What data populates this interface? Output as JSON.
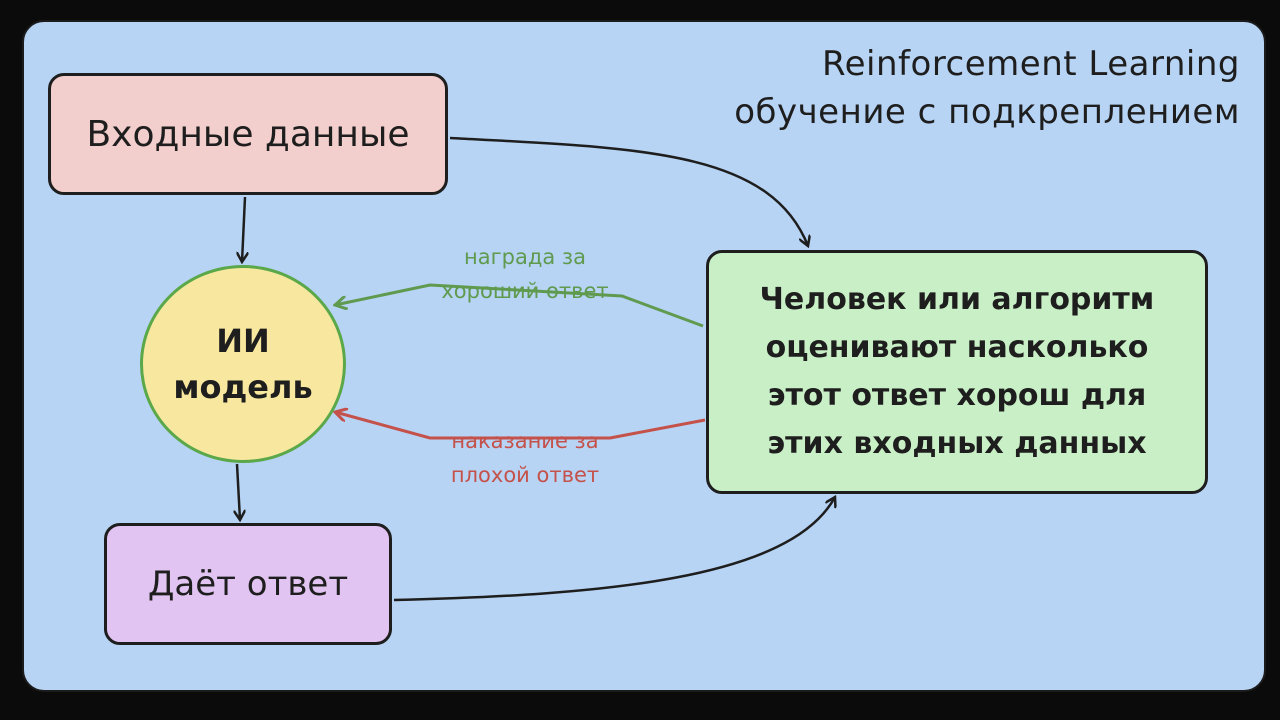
{
  "title": {
    "line1": "Reinforcement Learning",
    "line2": "обучение с подкреплением"
  },
  "nodes": {
    "input": "Входные данные",
    "model_line1": "ИИ",
    "model_line2": "модель",
    "answer": "Даёт ответ",
    "evaluator_lines": [
      "Человек или алгоритм",
      "оценивают насколько",
      "этот ответ хорош для",
      "этих входных данных"
    ]
  },
  "edges": {
    "reward_line1": "награда за",
    "reward_line2": "хороший ответ",
    "penalty_line1": "наказание за",
    "penalty_line2": "плохой ответ"
  },
  "colors": {
    "reward": "#5f9a4e",
    "penalty": "#c4524a",
    "arrow": "#1e1e1e"
  }
}
